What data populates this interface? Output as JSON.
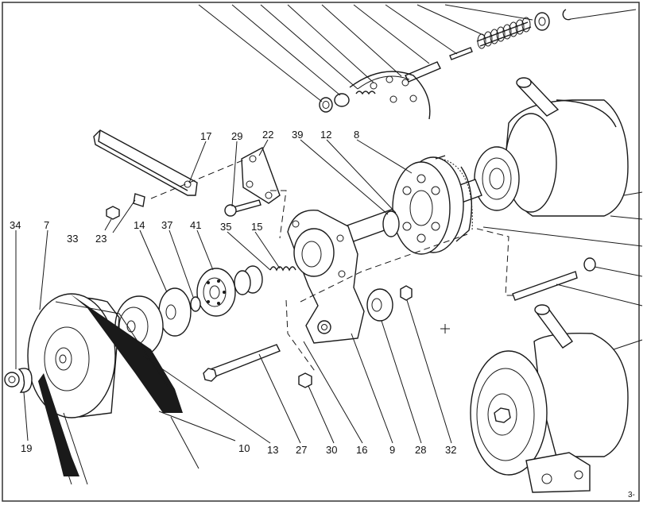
{
  "callouts": {
    "c7": "7",
    "c8": "8",
    "c9": "9",
    "c10": "10",
    "c12": "12",
    "c13": "13",
    "c14": "14",
    "c15": "15",
    "c16": "16",
    "c17": "17",
    "c19": "19",
    "c22": "22",
    "c23": "23",
    "c27": "27",
    "c28": "28",
    "c29": "29",
    "c30": "30",
    "c32": "32",
    "c33": "33",
    "c34": "34",
    "c35": "35",
    "c37": "37",
    "c39": "39",
    "c41": "41"
  },
  "page_ref": "3-"
}
